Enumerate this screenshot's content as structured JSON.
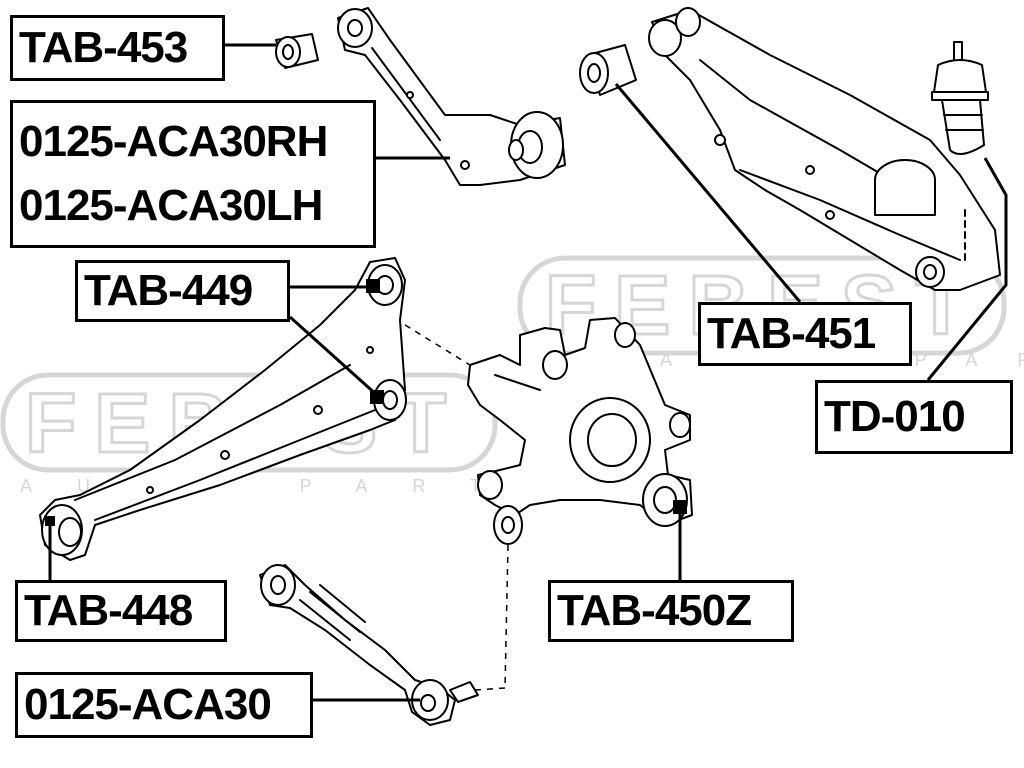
{
  "brand": {
    "watermark_text": "FEBEST",
    "watermark_tagline": "AUTO PARTS",
    "watermark_color": "#d8d8d8"
  },
  "labels": {
    "tab453": "TAB-453",
    "aca30rh": "0125-ACA30RH",
    "aca30lh": "0125-ACA30LH",
    "tab449": "TAB-449",
    "tab451": "TAB-451",
    "td010": "TD-010",
    "tab448": "TAB-448",
    "tab450z": "TAB-450Z",
    "aca30": "0125-ACA30"
  },
  "colors": {
    "line": "#000000",
    "box_border": "#000000",
    "box_fill": "#ffffff"
  }
}
